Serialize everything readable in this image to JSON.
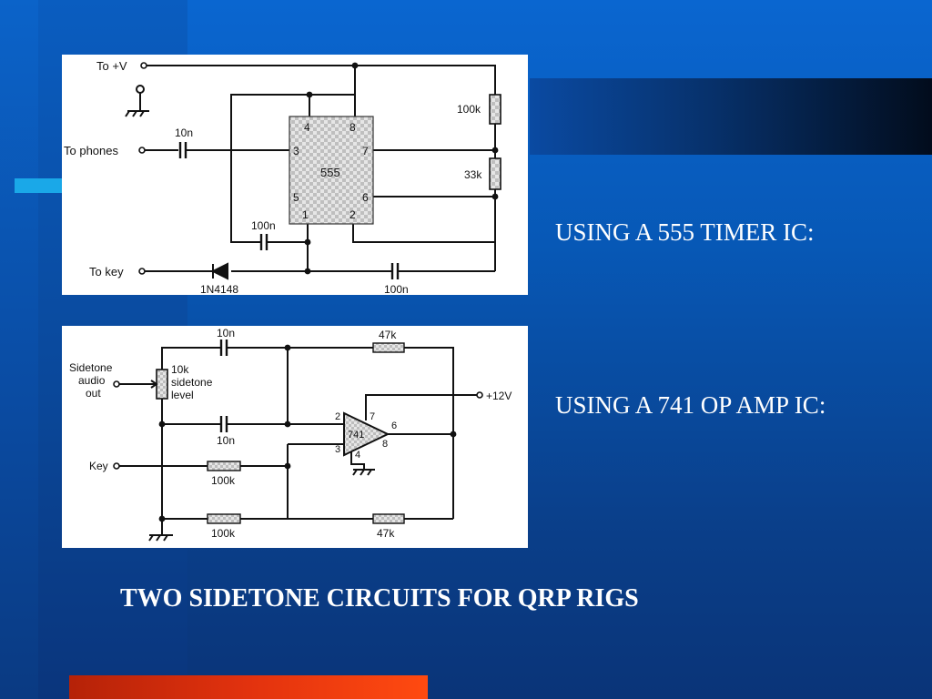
{
  "slide": {
    "label_555": "USING A 555 TIMER IC:",
    "label_741": "USING A 741 OP AMP IC:",
    "caption": "TWO SIDETONE CIRCUITS FOR QRP RIGS"
  },
  "circuit_555": {
    "supply_label": "To +V",
    "phones_label": "To phones",
    "key_label": "To key",
    "ic_label": "555",
    "pins": [
      "4",
      "8",
      "3",
      "7",
      "5",
      "6",
      "1",
      "2"
    ],
    "cap_phones": "10n",
    "cap_timing": "100n",
    "cap_key": "100n",
    "resistor_a": "100k",
    "resistor_b": "33k",
    "diode": "1N4148"
  },
  "circuit_741": {
    "out_label": [
      "Sidetone",
      "audio",
      "out"
    ],
    "pot_label": [
      "10k",
      "sidetone",
      "level"
    ],
    "supply_label": "+12V",
    "key_label": "Key",
    "ic_label": "741",
    "pins": [
      "2",
      "7",
      "6",
      "3",
      "4",
      "8"
    ],
    "cap_top": "10n",
    "cap_mid": "10n",
    "res_top": "47k",
    "res_key": "100k",
    "res_bottom_left": "100k",
    "res_bottom_right": "47k"
  },
  "colors": {
    "slide_blue": "#0758b6",
    "accent_cyan": "#1aa8e8",
    "accent_orange": "#e2320e",
    "label_white": "#ffffff"
  }
}
